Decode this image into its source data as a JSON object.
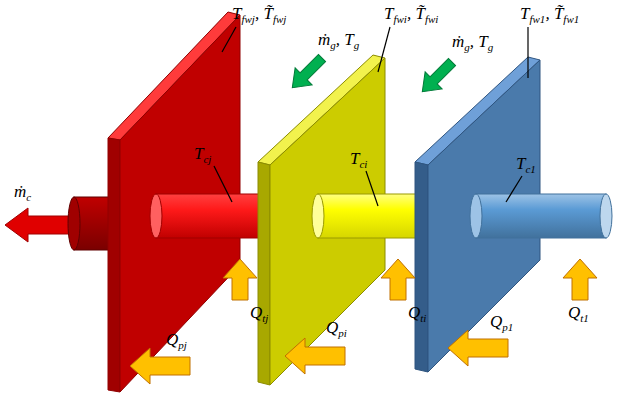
{
  "diagram": {
    "labels": [
      "Tfwj, T̃fwj",
      "Tfwi, T̃fwi",
      "Tfw1, T̃fw1",
      "ṁg, Tg",
      "ṁg, Tg",
      "Tcj",
      "Tci",
      "Tc1",
      "ṁc",
      "Qtj",
      "Qti",
      "Qt1",
      "Qpj",
      "Qpi",
      "Qp1"
    ]
  }
}
